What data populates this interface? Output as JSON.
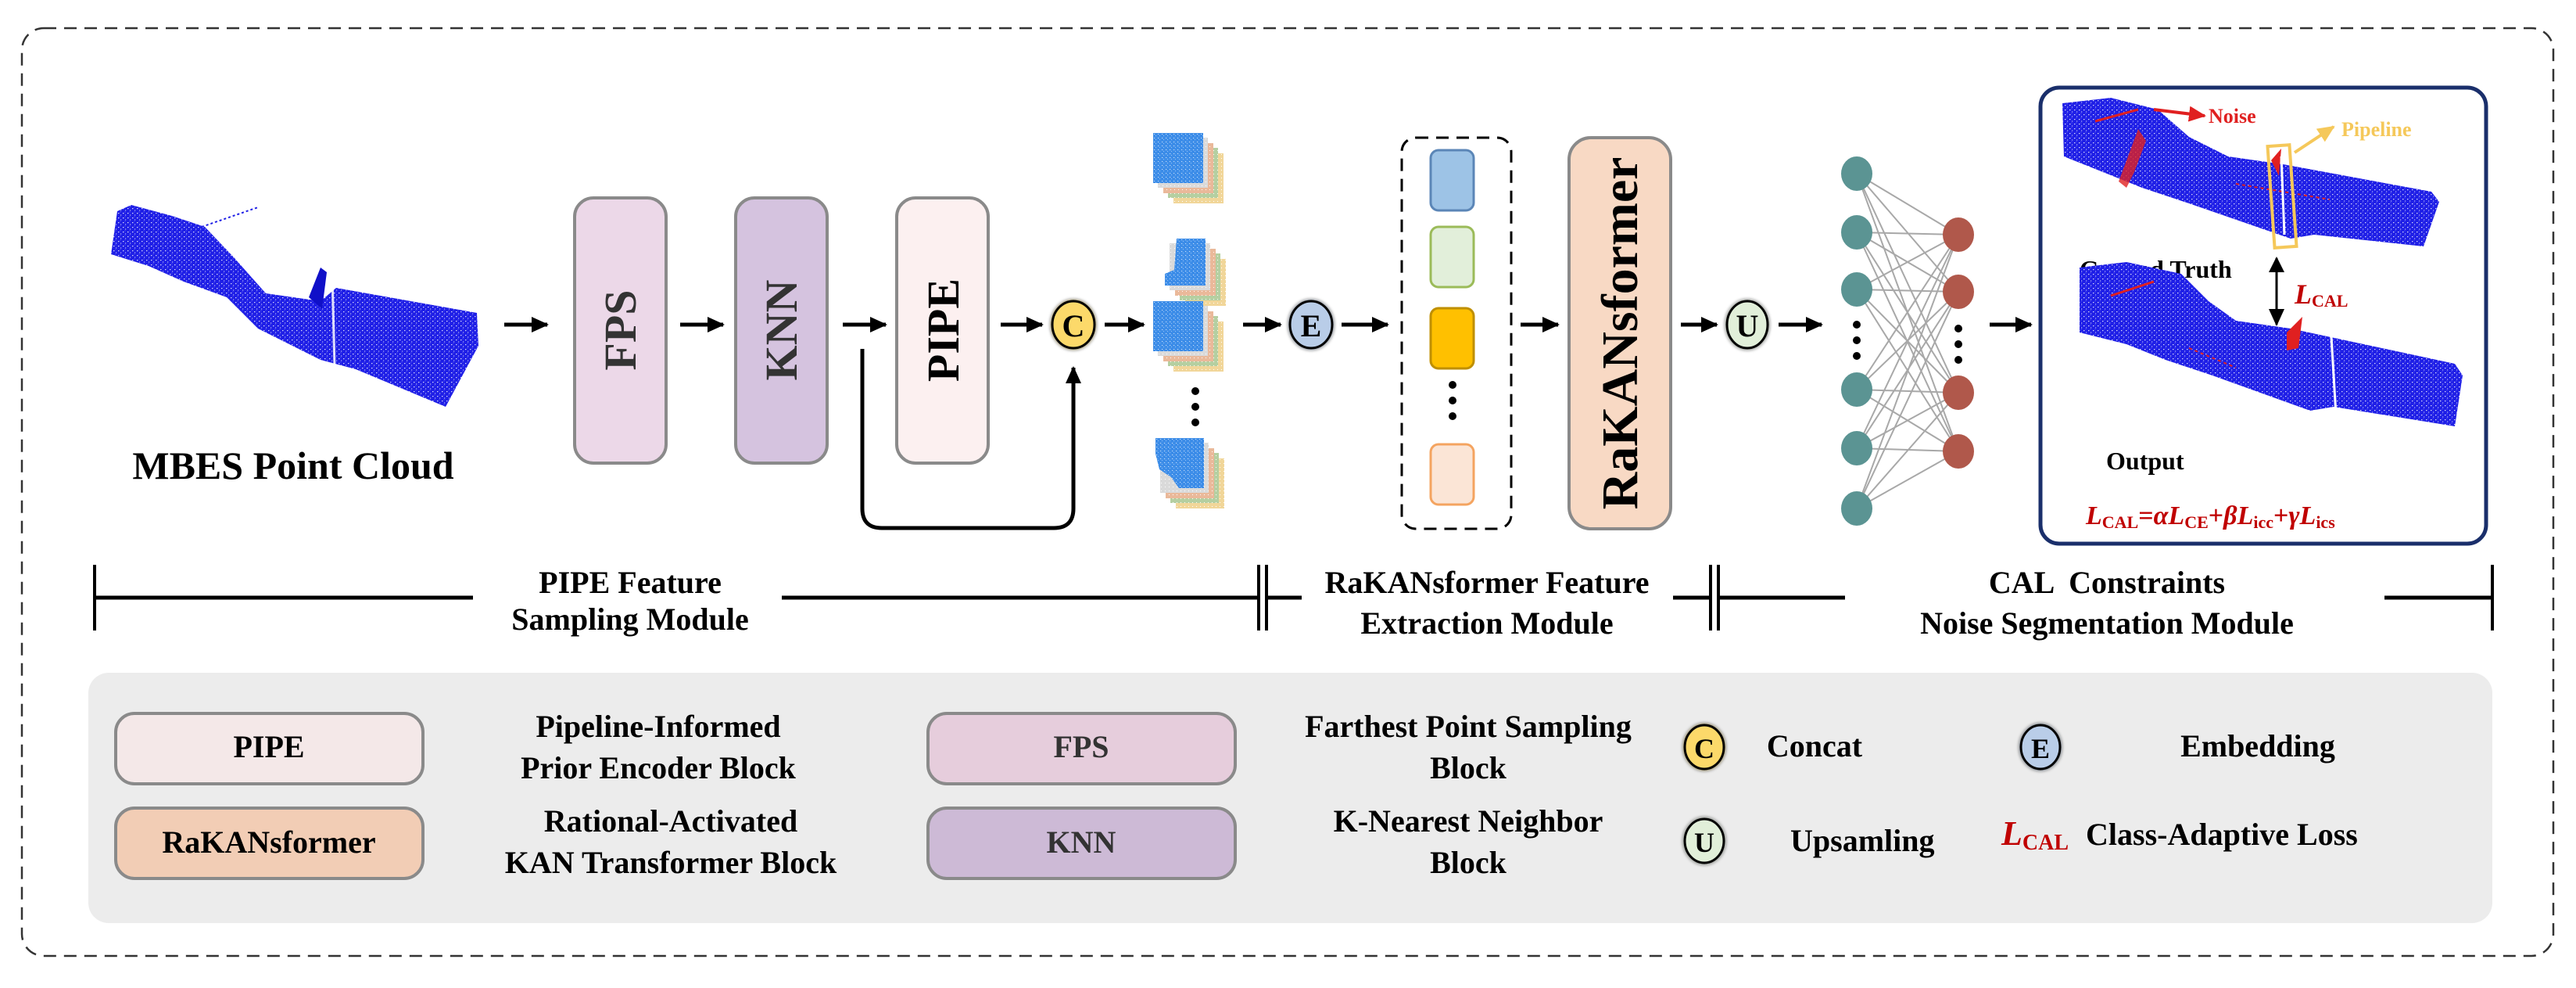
{
  "colors": {
    "fps_fill": "#ecd8e8",
    "knn_fill": "#d5c3df",
    "pipe_fill": "#fcf0f0",
    "rakan_fill": "#f8d9c4",
    "block_stroke": "#8a8a8a",
    "concat_fill": "#fcd96a",
    "embed_fill": "#b9cde8",
    "upsample_fill": "#e1efd9",
    "teal_node": "#5b9493",
    "red_node": "#b0584b",
    "nn_edge": "#a8a8a8",
    "cloud_blue": "#1f1fe6",
    "noise_red": "#e02020",
    "pipeline_yellow": "#f5c85a",
    "formula_red": "#c00000",
    "output_panel_stroke": "#1a2f6b",
    "legend_bg": "#ececec",
    "legend_pipe_fill": "#f4e8e8",
    "legend_rakan_fill": "#f2cdb5",
    "legend_fps_fill": "#e6cddc",
    "legend_knn_fill": "#cdbad6",
    "token_blue": "#9dc3e6",
    "token_blue_stroke": "#5b86b7",
    "token_green": "#e2efda",
    "token_green_stroke": "#9bbb59",
    "token_gold": "#ffc000",
    "token_gold_stroke": "#bf8f00",
    "token_peach": "#fbe5d6",
    "token_peach_stroke": "#f4a460"
  },
  "input": {
    "label": "MBES Point Cloud"
  },
  "blocks": {
    "fps": "FPS",
    "knn": "KNN",
    "pipe": "PIPE",
    "rakan": "RaKANsformer"
  },
  "operators": {
    "concat": "C",
    "embedding": "E",
    "upsampling": "U"
  },
  "output_panel": {
    "noise_label": "Noise",
    "pipeline_label": "Pipeline",
    "ground_truth_label": "Ground Truth",
    "output_label": "Output",
    "loss_symbol": "L",
    "loss_subscript": "CAL",
    "formula": {
      "lhs": "L",
      "lhs_sub": "CAL",
      "eq": "=",
      "t1_coef": "α",
      "t1": "L",
      "t1_sub": "CE",
      "plus1": "+",
      "t2_coef": "β",
      "t2": "L",
      "t2_sub": "icc",
      "plus2": "+",
      "t3_coef": "γ",
      "t3": "L",
      "t3_sub": "ics"
    }
  },
  "modules": [
    {
      "line1": "PIPE Feature",
      "line2": "Sampling Module"
    },
    {
      "line1": "RaKANsformer Feature",
      "line2": "Extraction Module"
    },
    {
      "line1": "CAL  Constraints",
      "line2": "Noise Segmentation Module"
    }
  ],
  "legend": {
    "blocks": [
      {
        "key": "PIPE",
        "desc1": "Pipeline-Informed",
        "desc2": "Prior Encoder Block"
      },
      {
        "key": "RaKANsformer",
        "desc1": "Rational-Activated",
        "desc2": "KAN Transformer Block"
      },
      {
        "key": "FPS",
        "desc1": "Farthest Point Sampling",
        "desc2": "Block"
      },
      {
        "key": "KNN",
        "desc1": "K-Nearest Neighbor",
        "desc2": "Block"
      }
    ],
    "operators": [
      {
        "symbol": "C",
        "desc": "Concat"
      },
      {
        "symbol": "E",
        "desc": "Embedding"
      },
      {
        "symbol": "U",
        "desc": "Upsamling"
      }
    ],
    "loss": {
      "symbol": "L",
      "subscript": "CAL",
      "desc": "Class-Adaptive Loss"
    }
  }
}
